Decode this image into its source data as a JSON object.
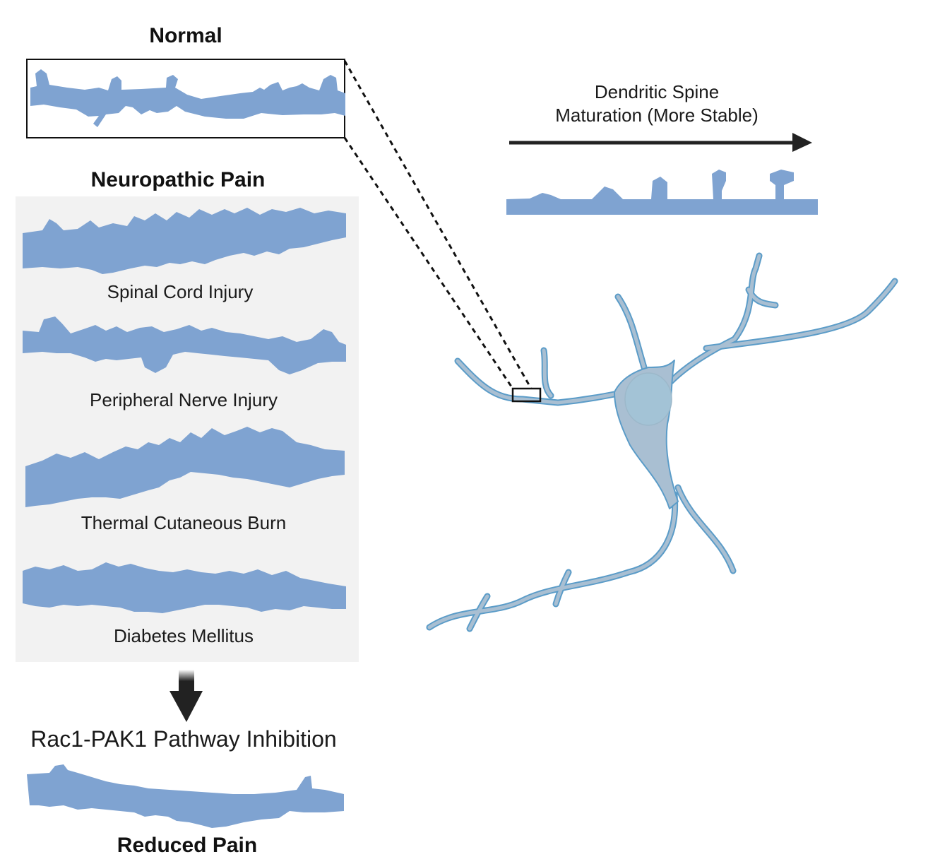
{
  "colors": {
    "dendrite_fill": "#7fa3d1",
    "neuron_fill": "#a9bfd2",
    "neuron_outline": "#5b9cc8",
    "nucleus_fill": "#a3c3d6",
    "panel_bg": "#f2f2f2",
    "arrow": "#222222"
  },
  "normal": {
    "title": "Normal"
  },
  "neuropathic": {
    "title": "Neuropathic Pain",
    "conditions": [
      {
        "label": "Spinal Cord Injury"
      },
      {
        "label": "Peripheral Nerve Injury"
      },
      {
        "label": "Thermal Cutaneous Burn"
      },
      {
        "label": "Diabetes Mellitus"
      }
    ]
  },
  "treatment": {
    "label": "Rac1-PAK1 Pathway Inhibition",
    "outcome": "Reduced Pain"
  },
  "maturation": {
    "line1": "Dendritic Spine",
    "line2": "Maturation (More Stable)",
    "stages": [
      "filopodia-bump",
      "stubby",
      "thin",
      "mushroom-small",
      "mushroom"
    ]
  }
}
